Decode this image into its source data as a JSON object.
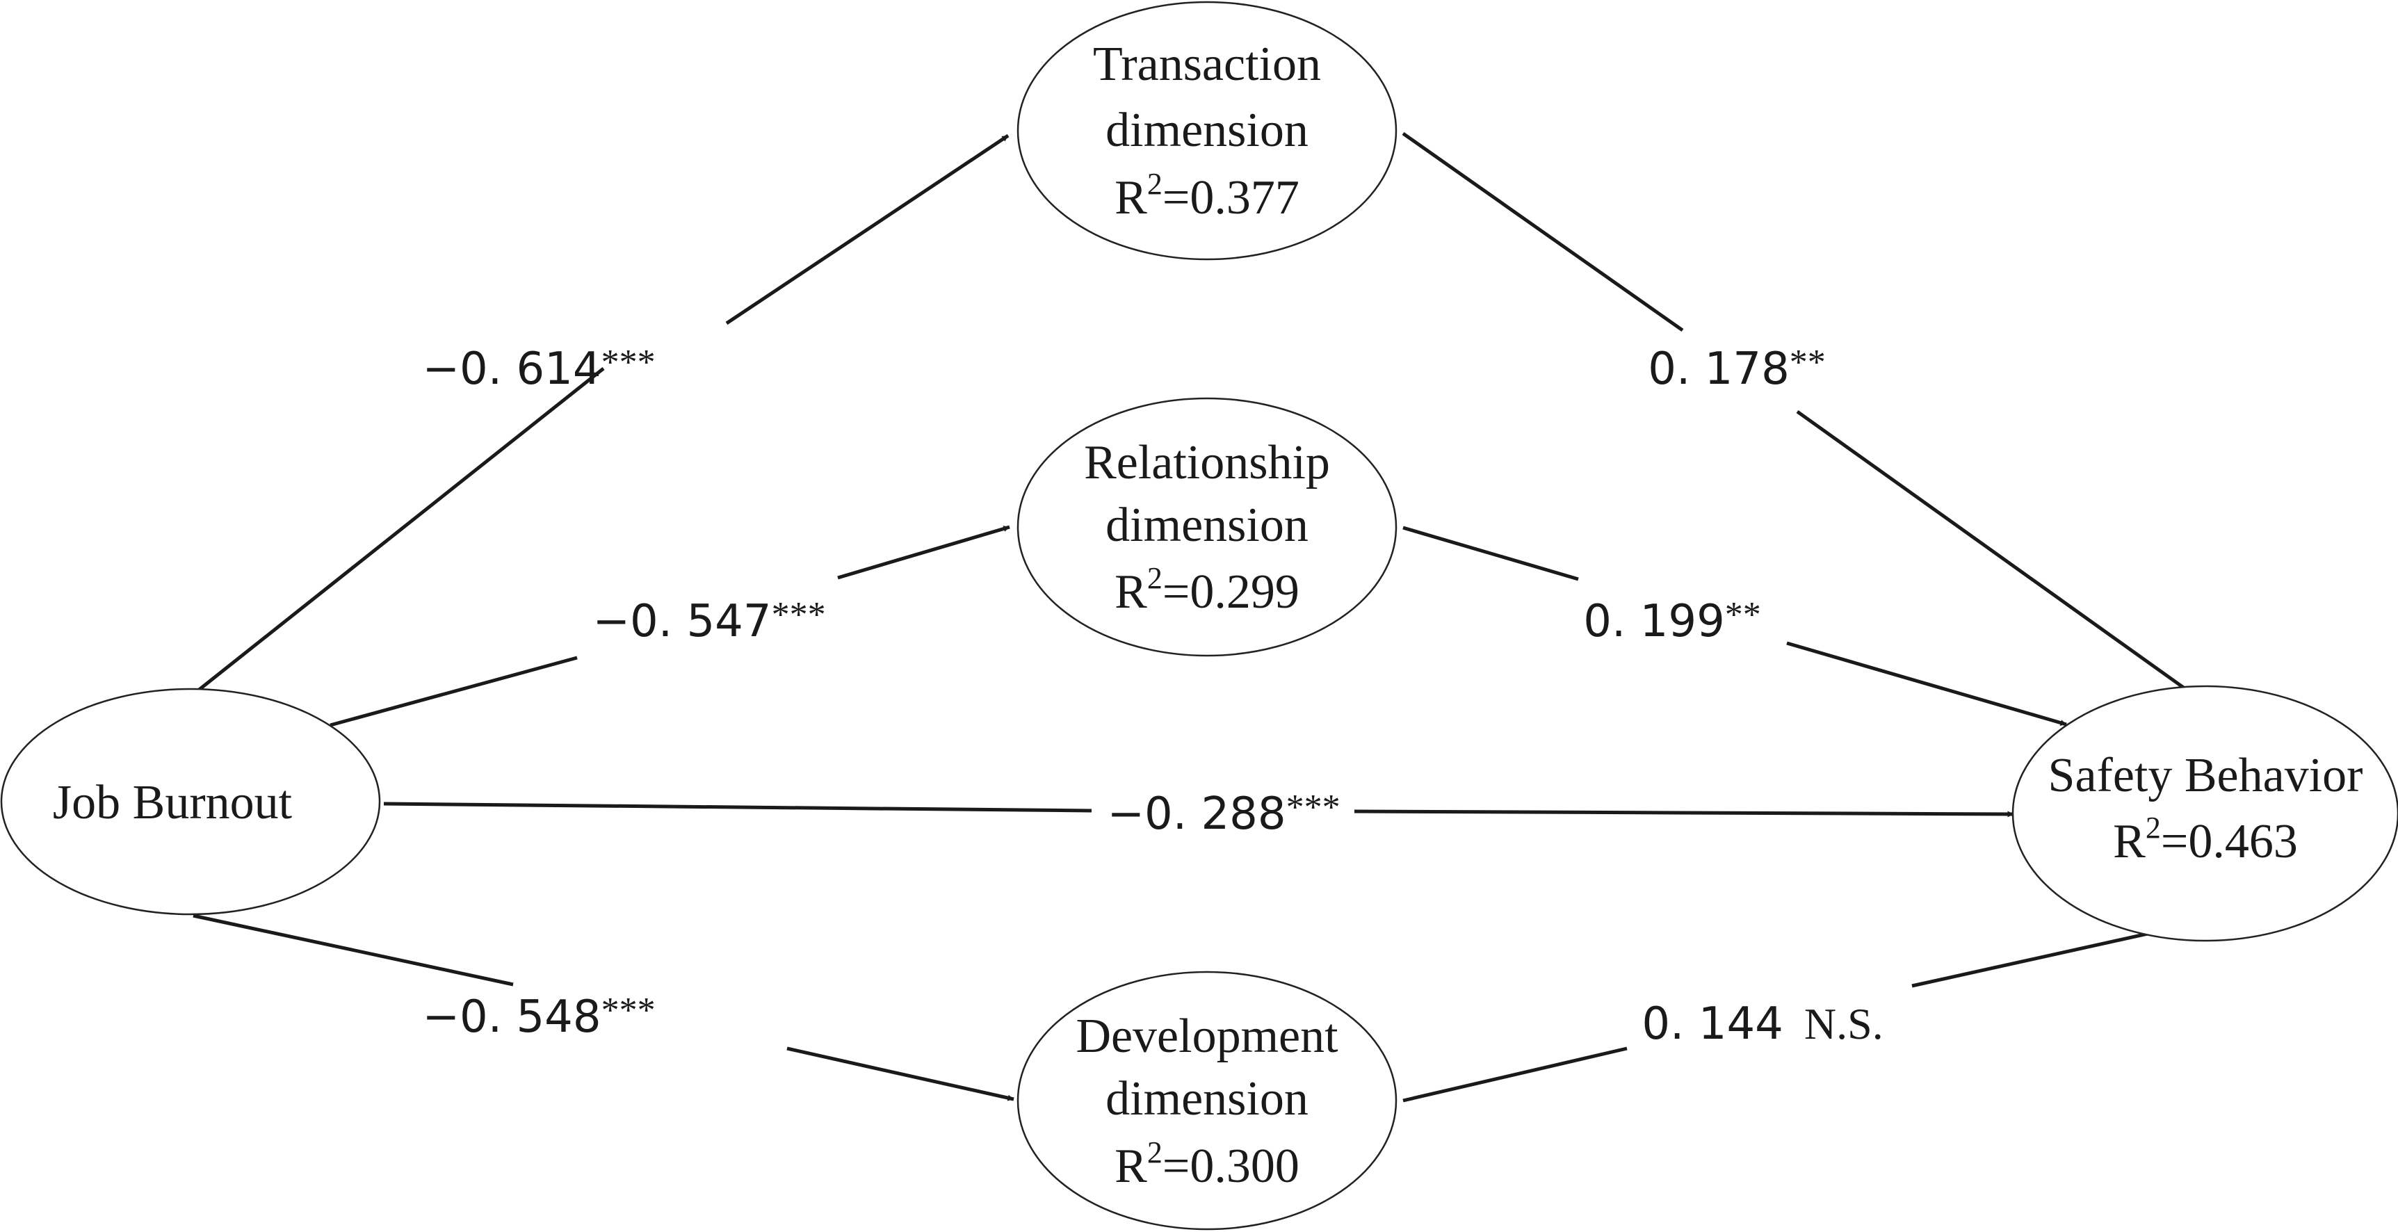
{
  "nodes": {
    "job_burnout": {
      "lines": [
        "Job Burnout"
      ]
    },
    "transaction": {
      "lines": [
        "Transaction",
        "dimension"
      ],
      "r2_value": "=0.377"
    },
    "relationship": {
      "lines": [
        "Relationship",
        "dimension"
      ],
      "r2_value": "=0.299"
    },
    "development": {
      "lines": [
        "Development",
        "dimension"
      ],
      "r2_value": "=0.300"
    },
    "safety": {
      "lines": [
        "Safety Behavior"
      ],
      "r2_value": "=0.463"
    }
  },
  "r2": {
    "base": "R",
    "sup": "2"
  },
  "paths": {
    "burnout_transaction": {
      "coef": "−0. 614",
      "sig": "***"
    },
    "burnout_relationship": {
      "coef": "−0. 547",
      "sig": "***"
    },
    "burnout_safety": {
      "coef": "−0. 288",
      "sig": "***"
    },
    "burnout_development": {
      "coef": "−0. 548",
      "sig": "***"
    },
    "transaction_safety": {
      "coef": "0. 178",
      "sig": "**"
    },
    "relationship_safety": {
      "coef": "0. 199",
      "sig": "**"
    },
    "development_safety": {
      "coef": "0. 144",
      "sig": "N.S."
    }
  },
  "colors": {
    "line": "#1a1a1a",
    "text": "#1a1a1a",
    "background": "#ffffff"
  }
}
